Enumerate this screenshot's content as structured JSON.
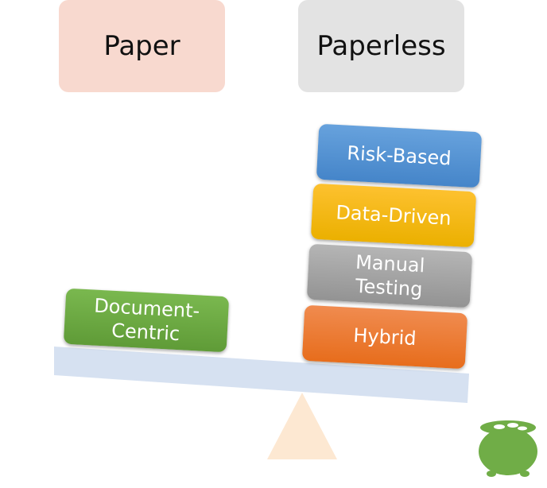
{
  "headers": {
    "paper": "Paper",
    "paperless": "Paperless"
  },
  "left_pan": {
    "label": "Document-\nCentric"
  },
  "right_stack": [
    {
      "label": "Risk-Based"
    },
    {
      "label": "Data-Driven"
    },
    {
      "label": "Manual\nTesting"
    },
    {
      "label": "Hybrid"
    }
  ],
  "colors": {
    "paper": "#f8d9cf",
    "paperless": "#e3e3e3",
    "beam": "#d6e1f1",
    "fulcrum": "#fde8d2",
    "pot": "#70ad47"
  }
}
